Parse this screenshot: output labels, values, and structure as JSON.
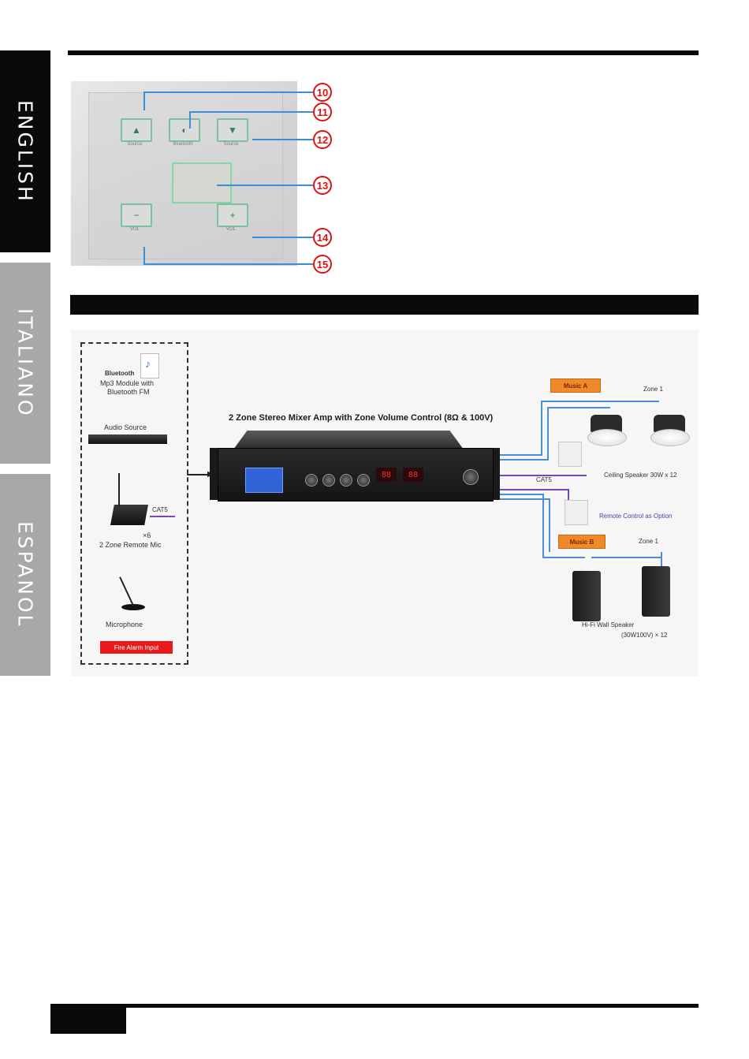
{
  "sidebar": {
    "tabs": [
      {
        "label": "ENGLISH",
        "state": "active",
        "color": "#0a0a0a"
      },
      {
        "label": "ITALIANO",
        "state": "inactive",
        "color": "#a8a8a8"
      },
      {
        "label": "ESPANOL",
        "state": "inactive",
        "color": "#a8a8a8"
      }
    ]
  },
  "panel": {
    "callouts": [
      "10",
      "11",
      "12",
      "13",
      "14",
      "15"
    ],
    "button_icons": {
      "up": "▲",
      "source": "◐",
      "down": "▼",
      "minus": "−",
      "plus": "+"
    },
    "button_captions": {
      "up": "Source",
      "source": "Bluetooth",
      "down": "Source",
      "minus": "VOL",
      "plus": "VOL"
    }
  },
  "diagram": {
    "title": "2 Zone  Stereo Mixer Amp with Zone Volume Control (8Ω & 100V)",
    "sources": {
      "bluetooth_brand": "Bluetooth",
      "mp3_module_line1": "Mp3 Module with",
      "mp3_module_line2": "Bluetooth FM",
      "audio_source": "Audio Source",
      "remote_mic_cable": "CAT5",
      "remote_mic_count": "×6",
      "remote_mic": "2 Zone Remote Mic",
      "microphone": "Microphone",
      "fire_alarm": "Fire Alarm Input"
    },
    "zone_a": {
      "music_tag": "Music  A",
      "zone_label": "Zone 1",
      "cable": "CAT5",
      "speaker_label": "Ceiling Speaker 30W x 12"
    },
    "remote_control": "Remote Control as Option",
    "zone_b": {
      "music_tag": "Music  B",
      "zone_label": "Zone 1",
      "speaker_line1": "Hi-Fi Wall Speaker",
      "speaker_line2": "(30W100V) × 12"
    },
    "colors": {
      "orange_tag": "#ef8a2c",
      "fire_alarm": "#e81a1a",
      "speaker_wire": "#4b8ed6",
      "cat5_wire": "#7a45b5",
      "callout": "#d11111"
    }
  }
}
